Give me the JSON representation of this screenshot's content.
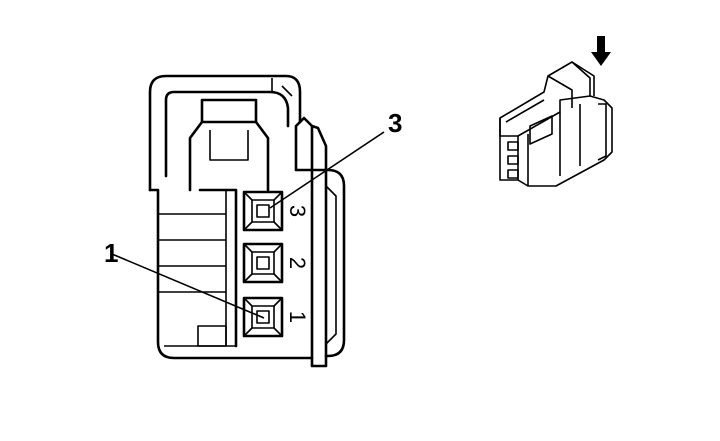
{
  "callouts": [
    {
      "label": "3",
      "refers_to_pin": "3"
    },
    {
      "label": "1",
      "refers_to_pin": "1"
    }
  ],
  "pins": [
    {
      "number": "3"
    },
    {
      "number": "2"
    },
    {
      "number": "1"
    }
  ],
  "icons": {
    "view_direction": "arrow-down-icon"
  }
}
